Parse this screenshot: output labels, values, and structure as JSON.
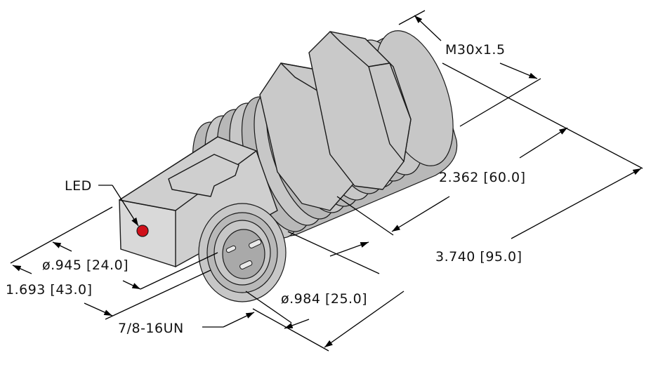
{
  "labels": {
    "led": "LED",
    "thread_size": "M30x1.5",
    "sensing_length": "2.362  [60.0]",
    "overall_length": "3.740  [95.0]",
    "face_diameter": "ø.945  [24.0]",
    "connector_length": "1.693  [43.0]",
    "connector_diameter": "ø.984  [25.0]",
    "connector_thread": "7/8-16UN"
  },
  "colors": {
    "body": "#c7c7c7",
    "led": "#d0101a",
    "line": "#000000"
  }
}
